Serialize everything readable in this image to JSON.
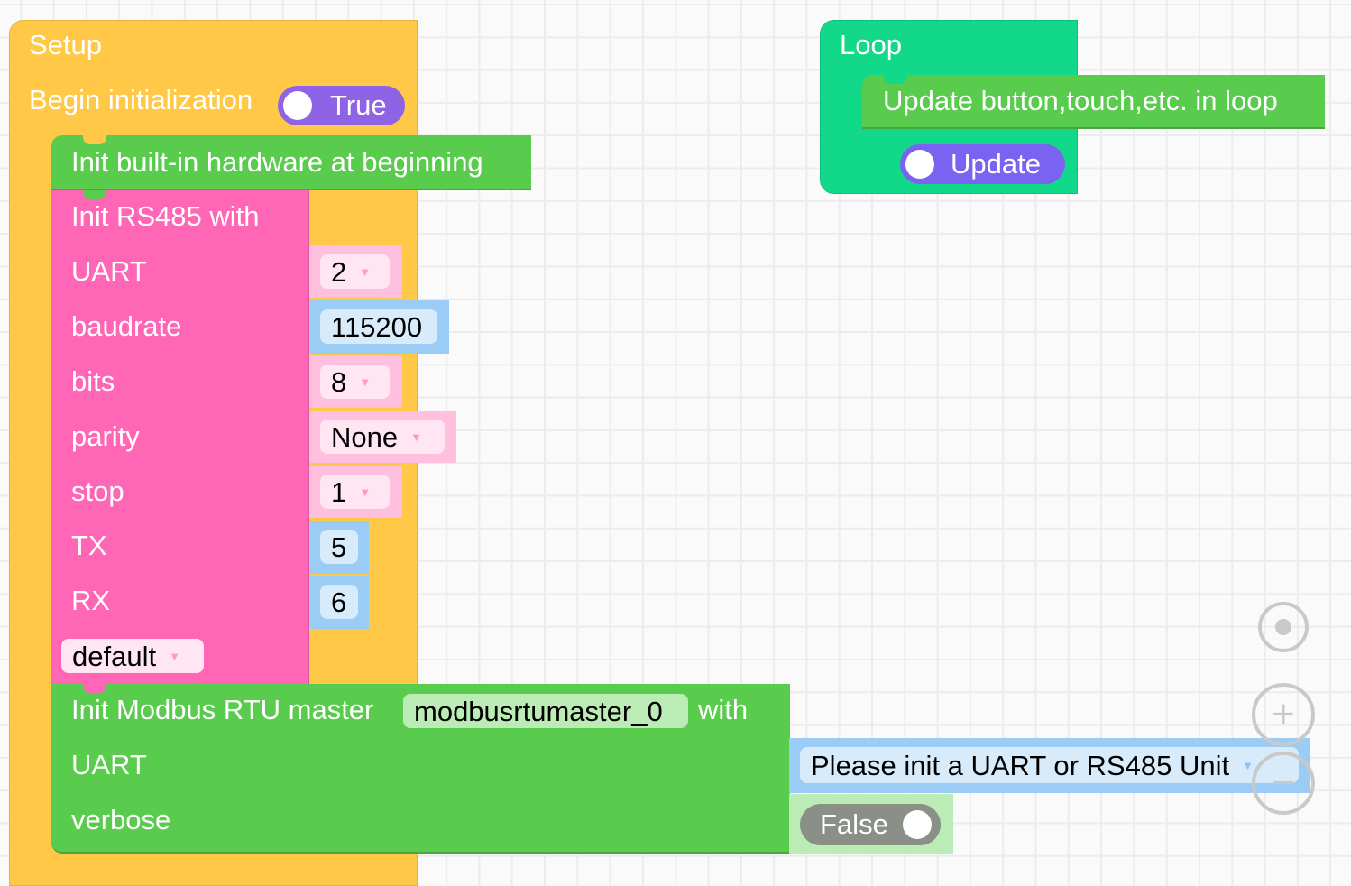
{
  "setup": {
    "title": "Setup",
    "begin_label": "Begin initialization",
    "begin_toggle": "True"
  },
  "init_hw": {
    "label": "Init built-in hardware at beginning"
  },
  "rs485": {
    "title": "Init RS485 with",
    "rows": [
      {
        "label": "UART",
        "value": "2"
      },
      {
        "label": "baudrate",
        "value": "115200"
      },
      {
        "label": "bits",
        "value": "8"
      },
      {
        "label": "parity",
        "value": "None"
      },
      {
        "label": "stop",
        "value": "1"
      },
      {
        "label": "TX",
        "value": "5"
      },
      {
        "label": "RX",
        "value": "6"
      }
    ],
    "mode": "default"
  },
  "modbus": {
    "label_prefix": "Init Modbus RTU master",
    "variable": "modbusrtumaster_0",
    "label_suffix": "with",
    "uart_label": "UART",
    "uart_value": "Please init a UART or RS485 Unit",
    "verbose_label": "verbose",
    "verbose_toggle": "False"
  },
  "loop": {
    "title": "Loop",
    "update_label": "Update button,touch,etc. in loop",
    "update_toggle": "Update"
  },
  "colors": {
    "setup": "#ffc847",
    "green": "#59cc4d",
    "pink": "#ff66b5",
    "teal": "#12d98a",
    "purple": "#8e63e6",
    "blue": "#9accf5"
  }
}
